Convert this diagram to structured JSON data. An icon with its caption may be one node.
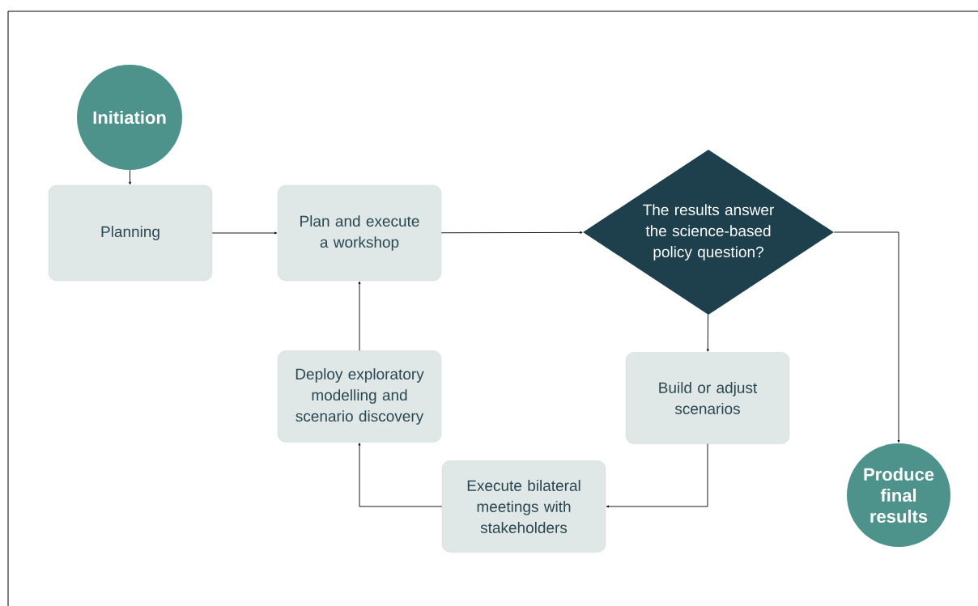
{
  "diagram": {
    "nodes": [
      {
        "text": [
          "Initiation"
        ]
      },
      {
        "text": [
          "Planning"
        ]
      },
      {
        "text": [
          "Plan and execute a workshop"
        ]
      },
      {
        "text": [
          "The results answer the science-based policy question?"
        ]
      },
      {
        "text": [
          "Build or adjust scenarios"
        ]
      },
      {
        "text": [
          "Execute bilateral meetings with stakeholders"
        ]
      },
      {
        "text": [
          "Deploy exploratory modelling and scenario discovery"
        ]
      },
      {
        "text": [
          "Produce final results"
        ]
      }
    ],
    "edges": [
      {
        "from": 0,
        "to": 1,
        "arrow": "to"
      },
      {
        "from": 1,
        "to": 2,
        "arrow": "to"
      },
      {
        "from": 2,
        "to": 3,
        "arrow": "to"
      },
      {
        "from": 3,
        "to": 4,
        "arrow": "to"
      },
      {
        "from": 4,
        "to": 5,
        "arrow": "to"
      },
      {
        "from": 5,
        "to": 6,
        "arrow": "to"
      },
      {
        "from": 6,
        "to": 2,
        "arrow": "to"
      },
      {
        "from": 3,
        "to": 7,
        "arrow": "to"
      }
    ]
  }
}
